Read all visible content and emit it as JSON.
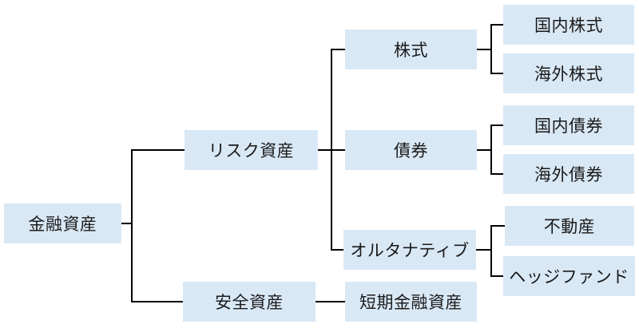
{
  "diagram_type": "hierarchy-tree",
  "style": {
    "box_fill": "#d9e8f5",
    "line_color": "#000000",
    "text_color": "#1a1a1a",
    "background": "#ffffff"
  },
  "tree": {
    "label": "金融資産",
    "children": [
      {
        "label": "リスク資産",
        "children": [
          {
            "label": "株式",
            "children": [
              {
                "label": "国内株式",
                "children": []
              },
              {
                "label": "海外株式",
                "children": []
              }
            ]
          },
          {
            "label": "債券",
            "children": [
              {
                "label": "国内債券",
                "children": []
              },
              {
                "label": "海外債券",
                "children": []
              }
            ]
          },
          {
            "label": "オルタナティブ",
            "children": [
              {
                "label": "不動産",
                "children": []
              },
              {
                "label": "ヘッジファンド",
                "children": []
              }
            ]
          }
        ]
      },
      {
        "label": "安全資産",
        "children": [
          {
            "label": "短期金融資産",
            "children": []
          }
        ]
      }
    ]
  }
}
